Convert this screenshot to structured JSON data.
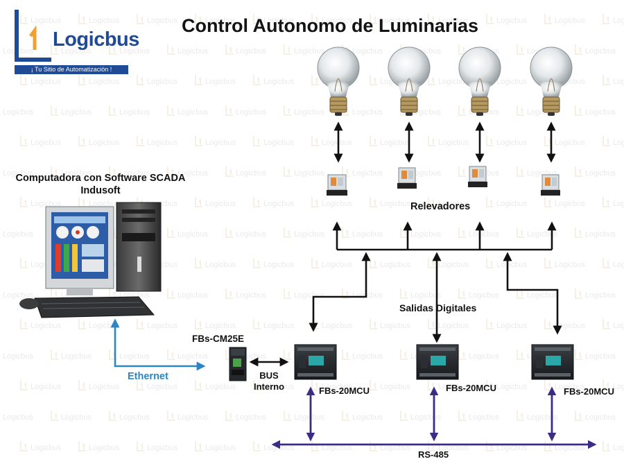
{
  "title": "Control Autonomo de Luminarias",
  "logo": {
    "name": "Logicbus",
    "tagline": "¡ Tu Sitio de Automatización !"
  },
  "watermark": "Logicbus",
  "computer_caption": "Computadora con Software SCADA Indusoft",
  "relays_label": "Relevadores",
  "digital_outputs_label": "Salidas Digitales",
  "gateway_label": "FBs-CM25E",
  "ethernet_label": "Ethernet",
  "internal_bus_label": "BUS Interno",
  "controllers": [
    "FBs-20MCU",
    "FBs-20MCU",
    "FBs-20MCU"
  ],
  "fieldbus_label": "RS-485",
  "colors": {
    "title": "#141414",
    "logo_blue": "#1e4a96",
    "logo_orange": "#f0a030",
    "ethernet": "#2b86c6",
    "rs485": "#3d2c86",
    "arrows": "#111111"
  }
}
